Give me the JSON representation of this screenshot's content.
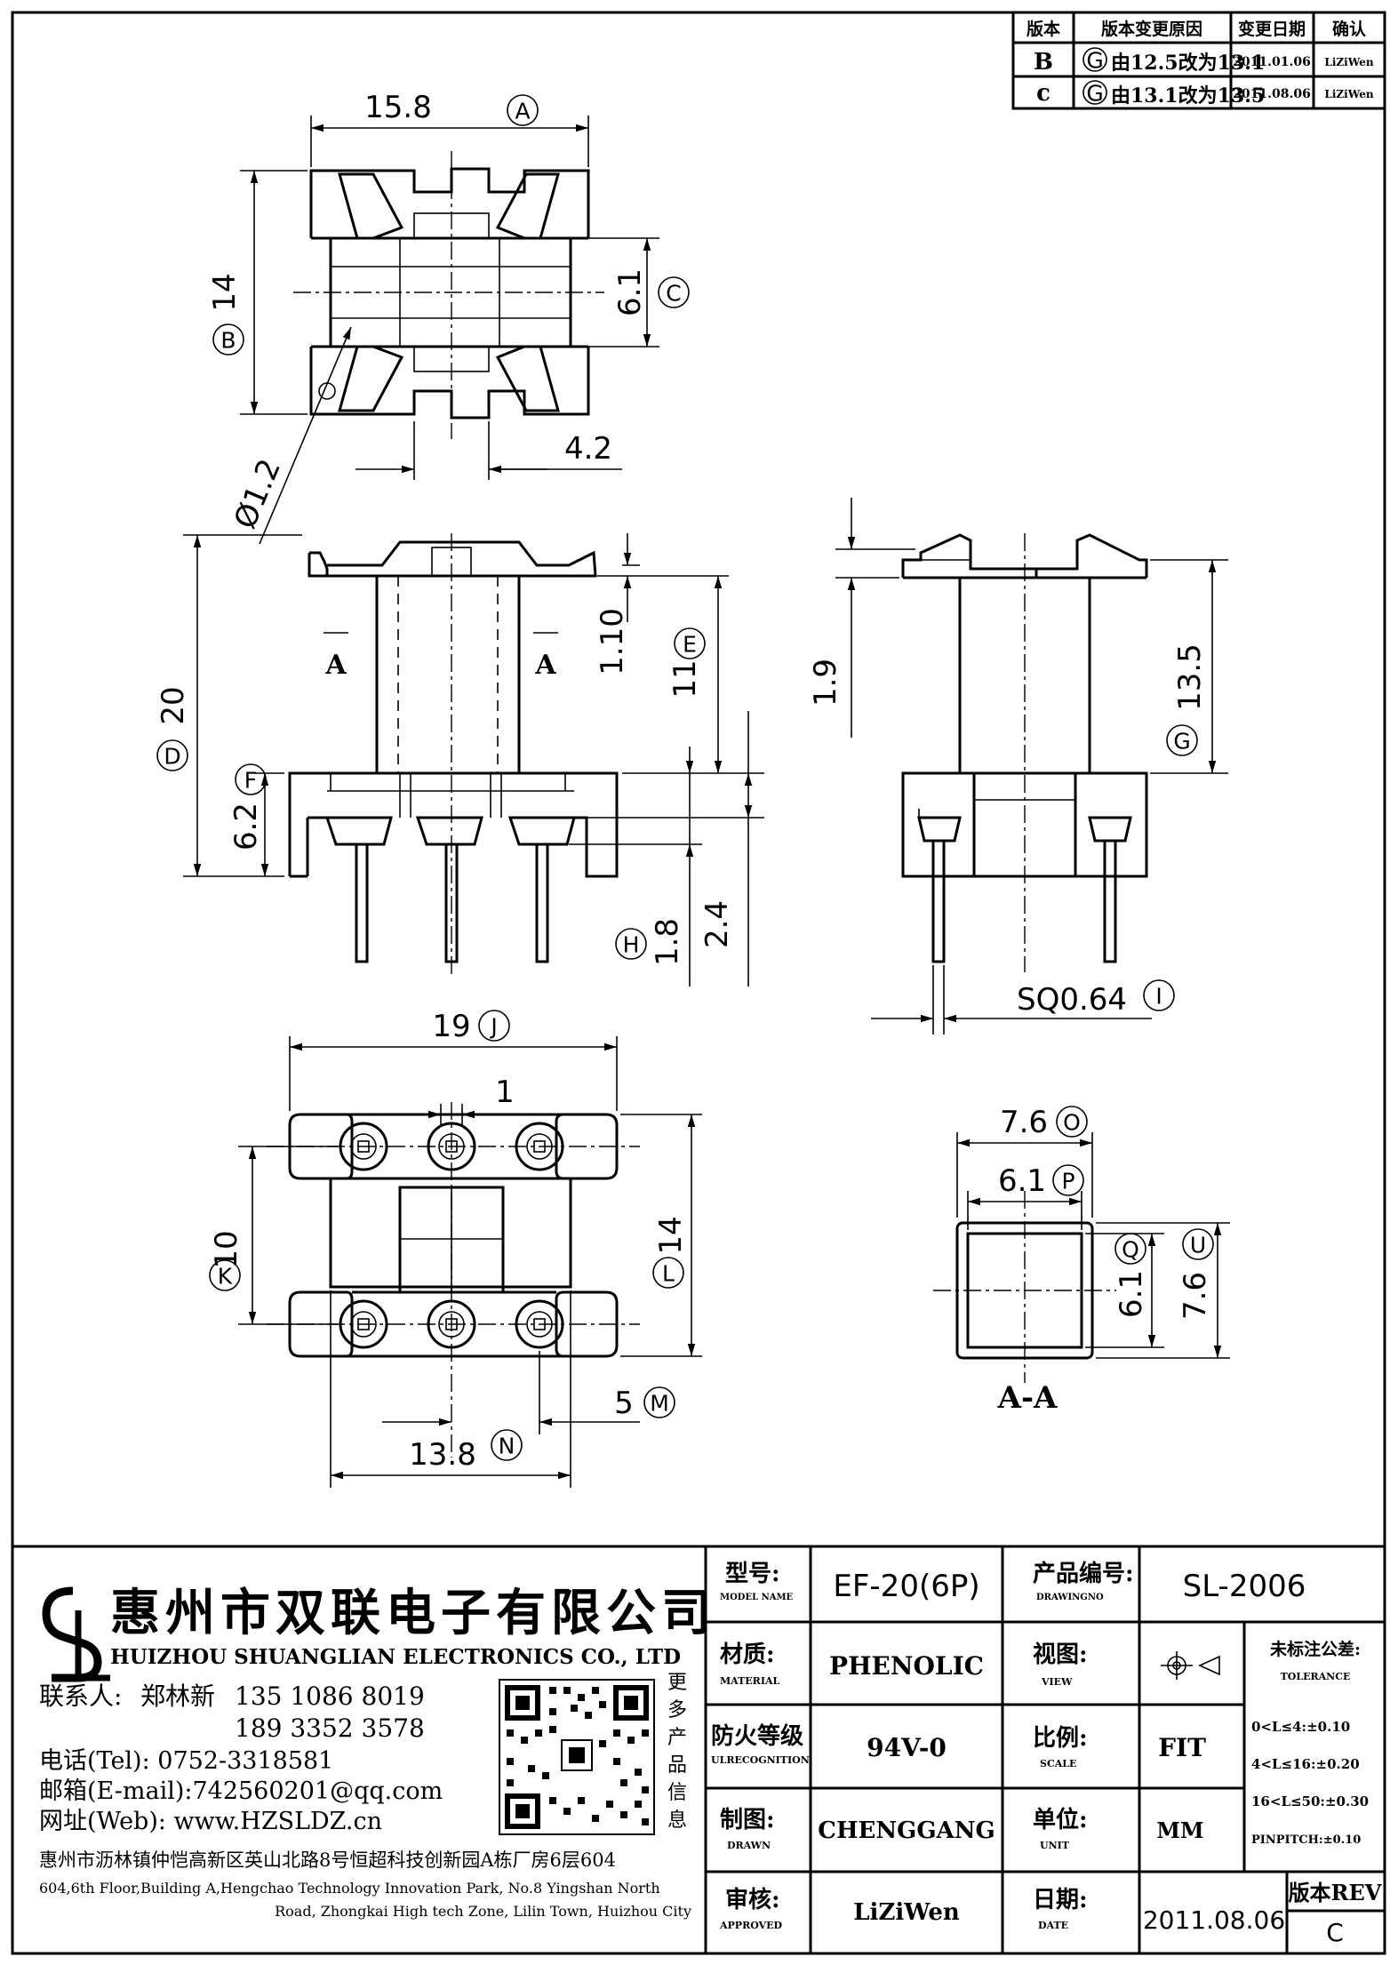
{
  "revision_table": {
    "headers": [
      "版本",
      "版本变更原因",
      "变更日期",
      "确认"
    ],
    "rows": [
      {
        "rev": "B",
        "tag": "G",
        "reason": "由12.5改为13.1",
        "date": "2011.01.06",
        "by": "LiZiWen"
      },
      {
        "rev": "c",
        "tag": "G",
        "reason": "由13.1改为13.5",
        "date": "2011.08.06",
        "by": "LiZiWen"
      }
    ]
  },
  "top_view": {
    "dim_A": "15.8",
    "tag_A": "A",
    "dim_B": "14",
    "tag_B": "B",
    "dim_C": "6.1",
    "tag_C": "C",
    "dim_slot": "4.2",
    "dim_hole": "Ø1.2"
  },
  "front_view": {
    "dim_D": "20",
    "tag_D": "D",
    "dim_E": "11",
    "tag_E": "E",
    "dim_flange": "1.10",
    "dim_F": "6.2",
    "tag_F": "F",
    "dim_H": "1.8",
    "tag_H": "H",
    "dim_pin": "2.4",
    "section_label": "A"
  },
  "side_view": {
    "dim_top": "1.9",
    "dim_G": "13.5",
    "tag_G": "G",
    "dim_I": "SQ0.64",
    "tag_I": "I"
  },
  "bottom_view": {
    "dim_J": "19",
    "tag_J": "J",
    "dim_pitch": "1",
    "dim_K": "10",
    "tag_K": "K",
    "dim_L": "14",
    "tag_L": "L",
    "dim_M": "5",
    "tag_M": "M",
    "dim_N": "13.8",
    "tag_N": "N"
  },
  "section_view": {
    "dim_O": "7.6",
    "tag_O": "O",
    "dim_P": "6.1",
    "tag_P": "P",
    "dim_Q": "6.1",
    "tag_Q": "Q",
    "dim_U": "7.6",
    "tag_U": "U",
    "title": "A-A"
  },
  "company": {
    "logo_text": "SL",
    "name_cn": "惠州市双联电子有限公司",
    "name_en": "HUIZHOU SHUANGLIAN ELECTRONICS CO., LTD",
    "contact_label": "联系人:",
    "contact_name": "郑林新",
    "phone1": "135 1086 8019",
    "phone2": "189 3352 3578",
    "tel_line": "电话(Tel): 0752-3318581",
    "email_line": "邮箱(E-mail):742560201@qq.com",
    "web_line": "网址(Web): www.HZSLDZ.cn",
    "more_info": [
      "更",
      "多",
      "产",
      "品",
      "信",
      "息"
    ],
    "address_cn": "惠州市沥林镇仲恺高新区英山北路8号恒超科技创新园A栋厂房6层604",
    "address_en_1": "604,6th Floor,Building A,Hengchao Technology Innovation Park, No.8 Yingshan North",
    "address_en_2": "Road, Zhongkai High tech Zone, Lilin Town, Huizhou City"
  },
  "title_block": {
    "model_label": "型号:",
    "model_label_en": "MODEL NAME",
    "model_value": "EF-20(6P)",
    "drawing_label": "产品编号:",
    "drawing_label_en": "DRAWINGNO",
    "drawing_value": "SL-2006",
    "material_label": "材质:",
    "material_label_en": "MATERIAL",
    "material_value": "PHENOLIC",
    "view_label": "视图:",
    "view_label_en": "VIEW",
    "tolerance_label": "未标注公差:",
    "tolerance_label_en": "TOLERANCE",
    "tolerances": [
      "0<L≤4:±0.10",
      "4<L≤16:±0.20",
      "16<L≤50:±0.30",
      "PINPITCH:±0.10"
    ],
    "fire_label": "防火等级",
    "fire_label_en": "ULRECOGNITION",
    "fire_value": "94V-0",
    "scale_label": "比例:",
    "scale_label_en": "SCALE",
    "scale_value": "FIT",
    "drawn_label": "制图:",
    "drawn_label_en": "DRAWN",
    "drawn_value": "CHENGGANG",
    "unit_label": "单位:",
    "unit_label_en": "UNIT",
    "unit_value": "MM",
    "approved_label": "审核:",
    "approved_label_en": "APPROVED",
    "approved_value": "LiZiWen",
    "date_label": "日期:",
    "date_label_en": "DATE",
    "date_value": "2011.08.06",
    "rev_label": "版本REV",
    "rev_value": "C"
  }
}
